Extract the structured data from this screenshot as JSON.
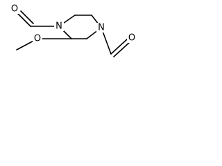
{
  "structure": {
    "atoms": {
      "o_top": "O",
      "n_top": "N",
      "n_bottom": "N",
      "o_right": "O",
      "o_methoxy": "O"
    }
  }
}
